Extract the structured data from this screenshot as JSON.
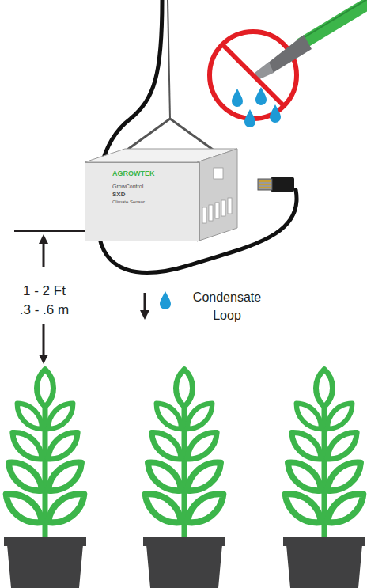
{
  "diagram": {
    "nodes": [
      {
        "text": [
          "AGROWTEK",
          "GrowControl",
          "SXD",
          "Climate Sensor"
        ]
      }
    ],
    "labels": [
      "1 - 2 Ft",
      ".3 - .6 m",
      "Condensate Loop"
    ]
  }
}
